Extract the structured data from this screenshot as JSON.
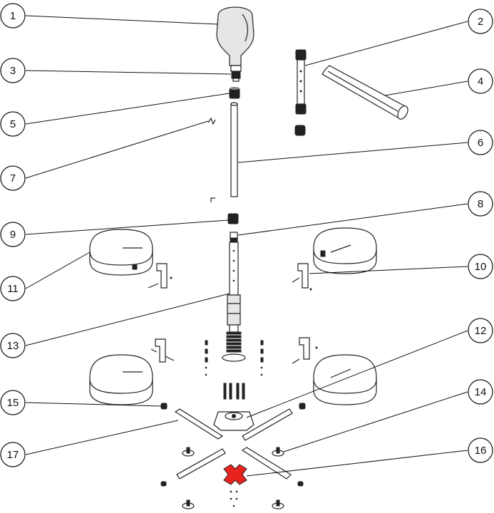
{
  "callouts": [
    "1",
    "2",
    "3",
    "4",
    "5",
    "6",
    "7",
    "8",
    "9",
    "10",
    "11",
    "12",
    "13",
    "14",
    "15",
    "16",
    "17"
  ],
  "colors": {
    "highlight": "#e8231e",
    "line": "#222222",
    "panel": "#e6e6e6"
  }
}
